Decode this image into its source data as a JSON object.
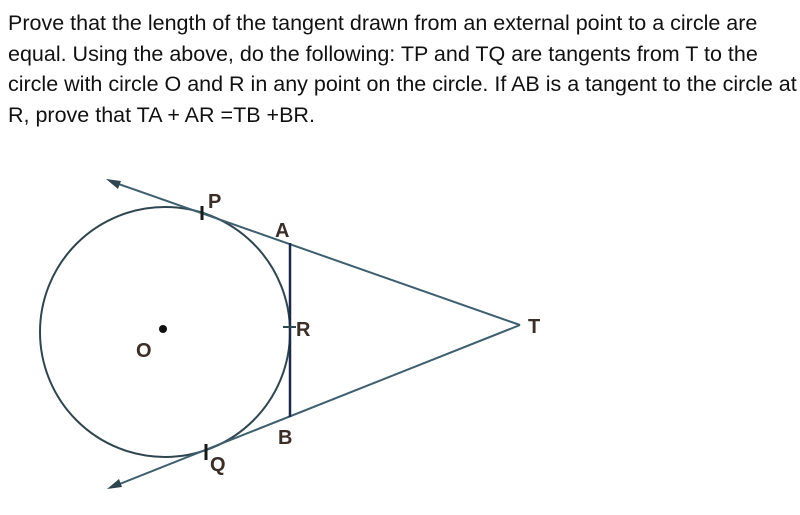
{
  "question": {
    "text": "Prove that the length of the tangent drawn from an external point to a circle are equal. Using the above, do the following: TP and TQ are tangents from T to the circle with circle O and R in any point on the circle. If AB is a tangent to the circle at R, prove that TA + AR =TB +BR."
  },
  "figure": {
    "labels": {
      "P": "P",
      "A": "A",
      "R": "R",
      "T": "T",
      "B": "B",
      "Q": "Q",
      "O": "O"
    },
    "colors": {
      "line": "#3d5f6e",
      "circle": "#2f4650",
      "tangent_ab": "#1c2a4a",
      "label": "#3a2e26"
    }
  }
}
